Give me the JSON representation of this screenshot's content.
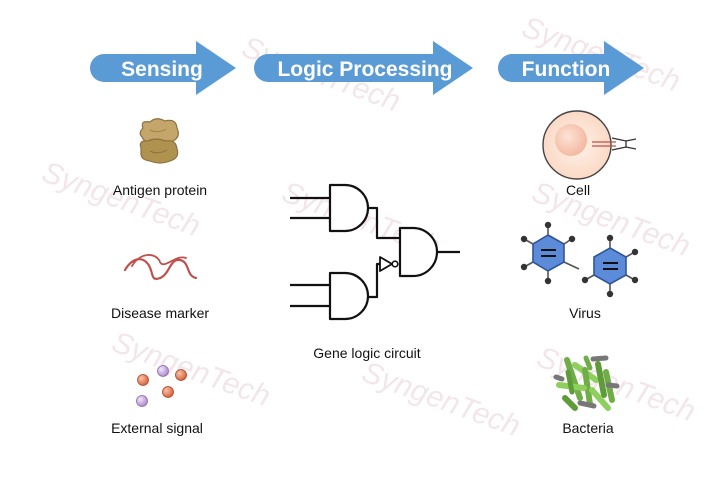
{
  "stages": [
    {
      "title": "Sensing"
    },
    {
      "title": "Logic Processing"
    },
    {
      "title": "Function"
    }
  ],
  "sensing_items": [
    {
      "label": "Antigen protein",
      "icon": "protein-blob-icon"
    },
    {
      "label": "Disease marker",
      "icon": "squiggle-strand-icon"
    },
    {
      "label": "External signal",
      "icon": "molecule-dots-icon"
    }
  ],
  "logic": {
    "label": "Gene logic circuit",
    "icon": "logic-gate-circuit-icon"
  },
  "function_items": [
    {
      "label": "Cell",
      "icon": "cell-with-pipette-icon"
    },
    {
      "label": "Virus",
      "icon": "hexagon-molecule-icon"
    },
    {
      "label": "Bacteria",
      "icon": "bacteria-rods-icon"
    }
  ],
  "watermark": {
    "text": "SyngenTech"
  },
  "colors": {
    "arrow": "#5b9bd5",
    "protein": "#b79a5f",
    "marker": "#c0504d",
    "signal_orange": "#e07b5a",
    "signal_purple": "#c3a3d9",
    "cell_outer": "#fce4d6",
    "cell_inner": "#f8cbad",
    "virus_hex": "#4472c4",
    "bacteria_green": "#70ad47"
  }
}
